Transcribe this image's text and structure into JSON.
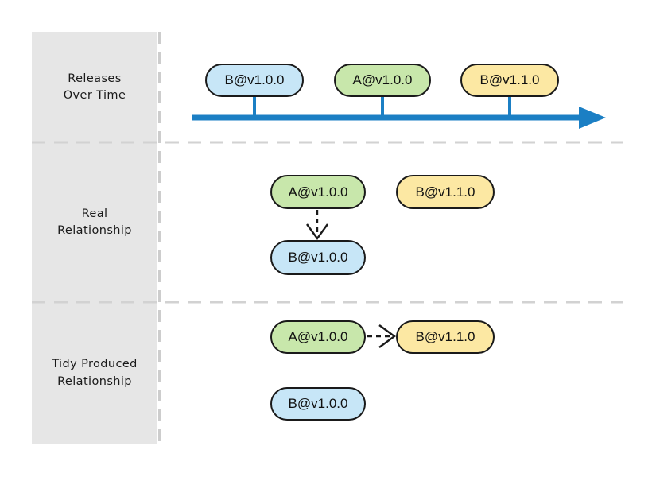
{
  "title": "Dependency release timeline diagram",
  "colors": {
    "node_blue": "#c7e6f7",
    "node_green": "#c8e7ab",
    "node_yellow": "#fce8a3",
    "node_border": "#1a1a1a",
    "timeline_blue": "#1b7fc4",
    "divider_gray": "#d2d2d2",
    "sidebar_gray": "#e6e6e6"
  },
  "rows": {
    "timeline": {
      "label": [
        "Releases",
        "Over Time"
      ],
      "nodes": [
        {
          "label": "B@v1.0.0",
          "color": "blue"
        },
        {
          "label": "A@v1.0.0",
          "color": "green"
        },
        {
          "label": "B@v1.1.0",
          "color": "yellow"
        }
      ],
      "axis": "time-arrow-right"
    },
    "real": {
      "label": [
        "Real",
        "Relationship"
      ],
      "nodes": [
        {
          "label": "A@v1.0.0",
          "color": "green"
        },
        {
          "label": "B@v1.1.0",
          "color": "yellow"
        },
        {
          "label": "B@v1.0.0",
          "color": "blue"
        }
      ],
      "edges": [
        {
          "from": "A@v1.0.0",
          "to": "B@v1.0.0",
          "style": "dashed-open-arrow",
          "direction": "down"
        }
      ]
    },
    "tidy": {
      "label": [
        "Tidy Produced",
        "Relationship"
      ],
      "nodes": [
        {
          "label": "A@v1.0.0",
          "color": "green"
        },
        {
          "label": "B@v1.1.0",
          "color": "yellow"
        },
        {
          "label": "B@v1.0.0",
          "color": "blue"
        }
      ],
      "edges": [
        {
          "from": "A@v1.0.0",
          "to": "B@v1.1.0",
          "style": "dashed-open-arrow",
          "direction": "right"
        }
      ]
    }
  }
}
